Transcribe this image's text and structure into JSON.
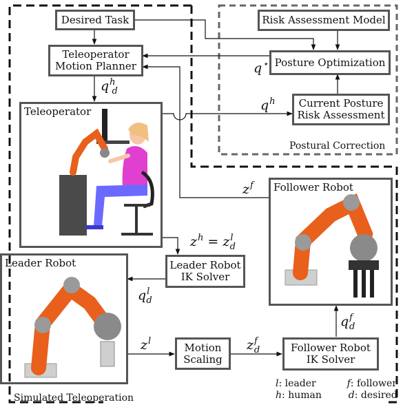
{
  "boxes": {
    "desired_task": "Desired Task",
    "risk_model": "Risk Assessment Model",
    "motion_planner_l1": "Teleoperator",
    "motion_planner_l2": "Motion Planner",
    "posture_optimization": "Posture Optimization",
    "current_risk_l1": "Current Posture",
    "current_risk_l2": "Risk Assessment",
    "leader_ik_l1": "Leader Robot",
    "leader_ik_l2": "IK Solver",
    "motion_scaling_l1": "Motion",
    "motion_scaling_l2": "Scaling",
    "follower_ik_l1": "Follower Robot",
    "follower_ik_l2": "IK Solver"
  },
  "panels": {
    "teleoperator": "Teleoperator",
    "leader_robot": "Leader Robot",
    "follower_robot": "Follower Robot"
  },
  "regions": {
    "postural_correction": "Postural Correction",
    "simulated_teleoperation": "Simulated Teleoperation"
  },
  "signals": {
    "q_star": {
      "base": "q",
      "sup": "⋆"
    },
    "q_h": {
      "base": "q",
      "sup": "h"
    },
    "q_d_h": {
      "base": "q",
      "sup": "h",
      "sub": "d"
    },
    "z_f": {
      "base": "z",
      "sup": "f"
    },
    "z_eq_pre": "z",
    "z_eq_sup": "h",
    "z_eq_mid": " = z",
    "z_eq_sup2": "l",
    "z_eq_sub2": "d",
    "q_d_l": {
      "base": "q",
      "sup": "l",
      "sub": "d"
    },
    "z_l": {
      "base": "z",
      "sup": "l"
    },
    "z_d_f": {
      "base": "z",
      "sup": "f",
      "sub": "d"
    },
    "q_d_f": {
      "base": "q",
      "sup": "f",
      "sub": "d"
    }
  },
  "legend": {
    "l_key": "l",
    "l_val": ": leader",
    "f_key": "f",
    "f_val": ": follower",
    "h_key": "h",
    "h_val": ": human",
    "d_key": "d",
    "d_val": ": desired"
  },
  "colors": {
    "box_border": "#555555",
    "robot_orange": "#e8601c",
    "robot_grey": "#9a9a9a",
    "shirt": "#e040d0",
    "pants": "#6a6aff",
    "hair": "#f0c080",
    "skin": "#f6c7a6"
  }
}
